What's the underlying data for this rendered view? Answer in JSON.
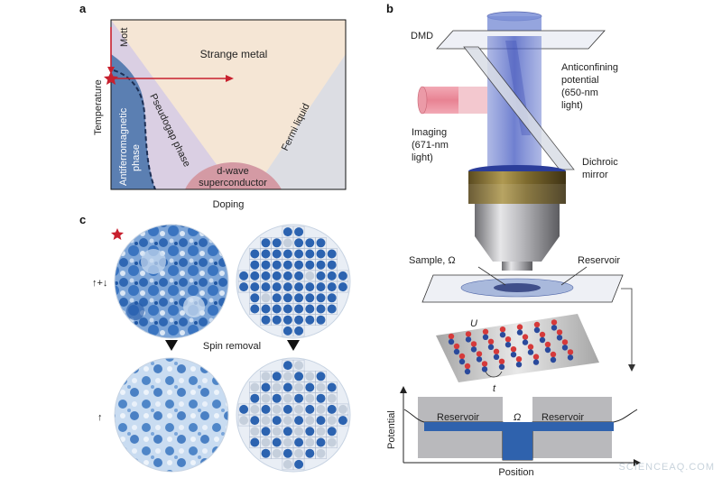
{
  "panel_a": {
    "letter": "a",
    "y_axis": "Temperature",
    "x_axis": "Doping",
    "regions": {
      "mott": "Mott",
      "strange_metal": "Strange metal",
      "pseudogap": "Pseudogap phase",
      "fermi_liquid": "Fermi liquid",
      "afm_line1": "Antiferromagnetic",
      "afm_line2": "phase",
      "dwave_line1": "d-wave",
      "dwave_line2": "superconductor"
    },
    "colors": {
      "strange_metal_bg": "#f6e8d8",
      "afm": "#5a7fb0",
      "pseudogap": "#d9cfe6",
      "fermi": "#dcdde2",
      "dwave": "#d49aa2",
      "arrow": "#c8202e"
    }
  },
  "panel_b": {
    "letter": "b",
    "labels": {
      "dmd": "DMD",
      "anticonfining_1": "Anticonfining",
      "anticonfining_2": "potential",
      "anticonfining_3": "(650-nm",
      "anticonfining_4": "light)",
      "imaging_1": "Imaging",
      "imaging_2": "(671-nm",
      "imaging_3": "light)",
      "dichroic_1": "Dichroic",
      "dichroic_2": "mirror",
      "sample": "Sample, Ω",
      "reservoir": "Reservoir",
      "u": "U",
      "t": "t"
    },
    "potential_plot": {
      "ylabel": "Potential",
      "xlabel": "Position",
      "left_label": "Reservoir",
      "center_label": "Ω",
      "right_label": "Reservoir"
    }
  },
  "panel_c": {
    "letter": "c",
    "row1_label": "↑+↓",
    "row2_label": "↑",
    "spin_removal": "Spin removal"
  },
  "watermark": "SCIENCEAQ.COM"
}
